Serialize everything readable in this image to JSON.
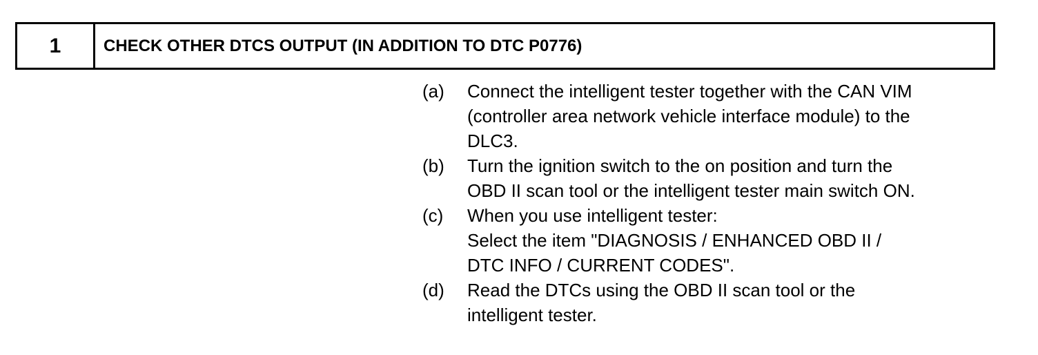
{
  "header": {
    "step_number": "1",
    "title": "CHECK OTHER DTCS OUTPUT (IN ADDITION TO DTC P0776)"
  },
  "steps": [
    {
      "marker": "(a)",
      "lines": [
        "Connect the intelligent tester together with the CAN VIM",
        "(controller area network vehicle interface module) to the",
        "DLC3."
      ]
    },
    {
      "marker": "(b)",
      "lines": [
        "Turn the ignition switch to the on position and turn the",
        "OBD II scan tool or the intelligent tester main switch ON."
      ]
    },
    {
      "marker": "(c)",
      "lines": [
        "When you use intelligent tester:",
        "Select the item \"DIAGNOSIS / ENHANCED OBD II /",
        "DTC INFO / CURRENT CODES\"."
      ]
    },
    {
      "marker": "(d)",
      "lines": [
        "Read the DTCs using the OBD II scan tool or the",
        "intelligent tester."
      ]
    }
  ]
}
